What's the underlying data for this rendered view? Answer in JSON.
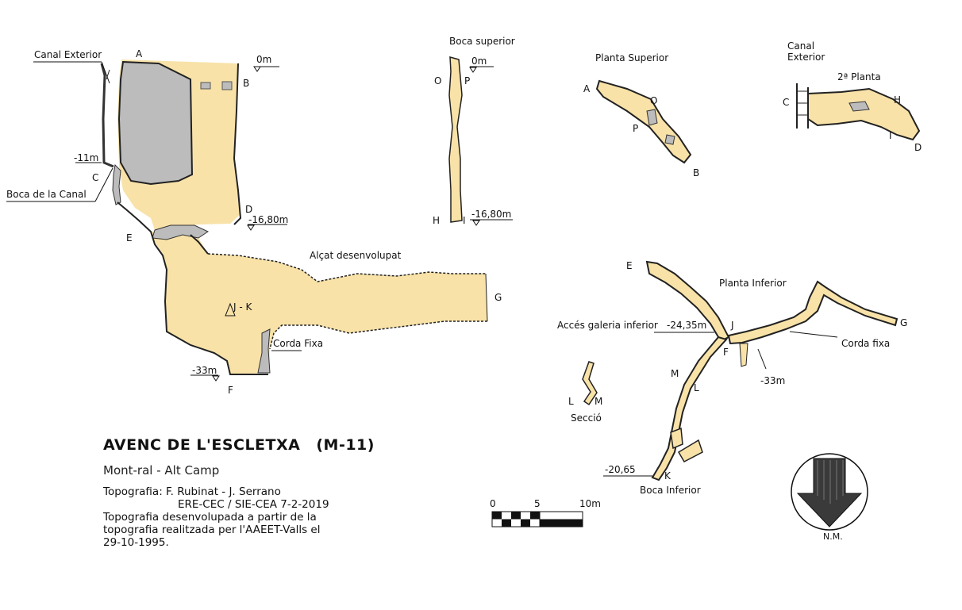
{
  "title": {
    "name": "AVENC DE L'ESCLETXA",
    "code": "(M-11)",
    "location": "Mont-ral - Alt Camp",
    "credits_line1": "Topografia: F. Rubinat - J. Serrano",
    "credits_line2": "ERE-CEC / SIE-CEA   7-2-2019",
    "credits_line3": "Topografia desenvolupada a partir de la",
    "credits_line4": "topografia realitzada per l'AAEET-Valls el",
    "credits_line5": "29-10-1995."
  },
  "elevation": {
    "canal_exterior": "Canal Exterior",
    "boca_canal": "Boca de la Canal",
    "depth_0": "0m",
    "depth_11": "-11m",
    "depth_1680": "-16,80m",
    "depth_33": "-33m",
    "alcat": "Alçat desenvolupat",
    "corda_fixa": "Corda Fixa",
    "jk": "J - K",
    "pts": {
      "A": "A",
      "B": "B",
      "C": "C",
      "D": "D",
      "E": "E",
      "F": "F",
      "G": "G"
    }
  },
  "section_op": {
    "boca_superior": "Boca superior",
    "depth_0": "0m",
    "depth_1680": "-16,80m",
    "pts": {
      "O": "O",
      "P": "P",
      "H": "H",
      "I": "I"
    }
  },
  "planta_superior": {
    "label": "Planta Superior",
    "pts": {
      "A": "A",
      "O": "O",
      "P": "P",
      "B": "B"
    }
  },
  "segona_planta": {
    "label": "2ª Planta",
    "canal_line1": "Canal",
    "canal_line2": "Exterior",
    "pts": {
      "C": "C",
      "H": "H",
      "I": "I",
      "D": "D"
    }
  },
  "planta_inferior": {
    "label": "Planta Inferior",
    "acces": "Accés galeria inferior",
    "depth_2435": "-24,35m",
    "depth_33": "-33m",
    "depth_2065": "-20,65",
    "corda_fixa": "Corda fixa",
    "boca_inferior": "Boca Inferior",
    "pts": {
      "E": "E",
      "J": "J",
      "F": "F",
      "G": "G",
      "M": "M",
      "L": "L",
      "K": "K"
    }
  },
  "seccio": {
    "label": "Secció",
    "pts": {
      "L": "L",
      "M": "M"
    }
  },
  "scale": {
    "s0": "0",
    "s5": "5",
    "s10": "10m"
  },
  "north": {
    "label": "N.M."
  },
  "colors": {
    "cave_fill": "#f8e2a8",
    "rock_fill": "#bcbcbc",
    "outline": "#222222"
  }
}
